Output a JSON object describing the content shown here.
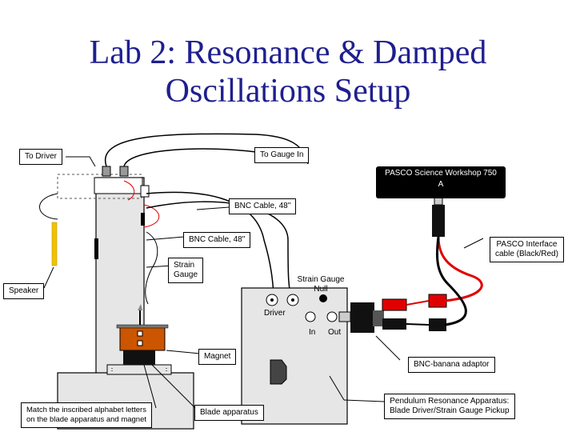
{
  "title": {
    "line1": "Lab 2: Resonance & Damped",
    "line2": "Oscillations Setup"
  },
  "labels": {
    "to_driver": "To Driver",
    "to_gauge_in": "To Gauge In",
    "pasco_line1": "PASCO Science Workshop 750",
    "pasco_line2": "A",
    "bnc_cable_1": "BNC Cable, 48\"",
    "bnc_cable_2": "BNC Cable, 48\"",
    "pasco_interface_1": "PASCO Interface",
    "pasco_interface_2": "cable (Black/Red)",
    "strain_gauge_1": "Strain",
    "strain_gauge_2": "Gauge",
    "speaker": "Speaker",
    "strain_gauge_null_1": "Strain Gauge",
    "strain_gauge_null_2": "Null",
    "driver": "Driver",
    "in": "In",
    "out": "Out",
    "magnet": "Magnet",
    "bnc_banana": "BNC-banana adaptor",
    "match_1": "Match the inscribed alphabet letters",
    "match_2": "on the blade apparatus and magnet",
    "blade_apparatus": "Blade apparatus",
    "pendulum_1": "Pendulum Resonance Apparatus:",
    "pendulum_2": "Blade Driver/Strain Gauge Pickup"
  },
  "colors": {
    "title": "#1f1f8f",
    "stand_yellow": "#f2c200",
    "blade_base": "#cc5500",
    "cable_red": "#e00000"
  }
}
